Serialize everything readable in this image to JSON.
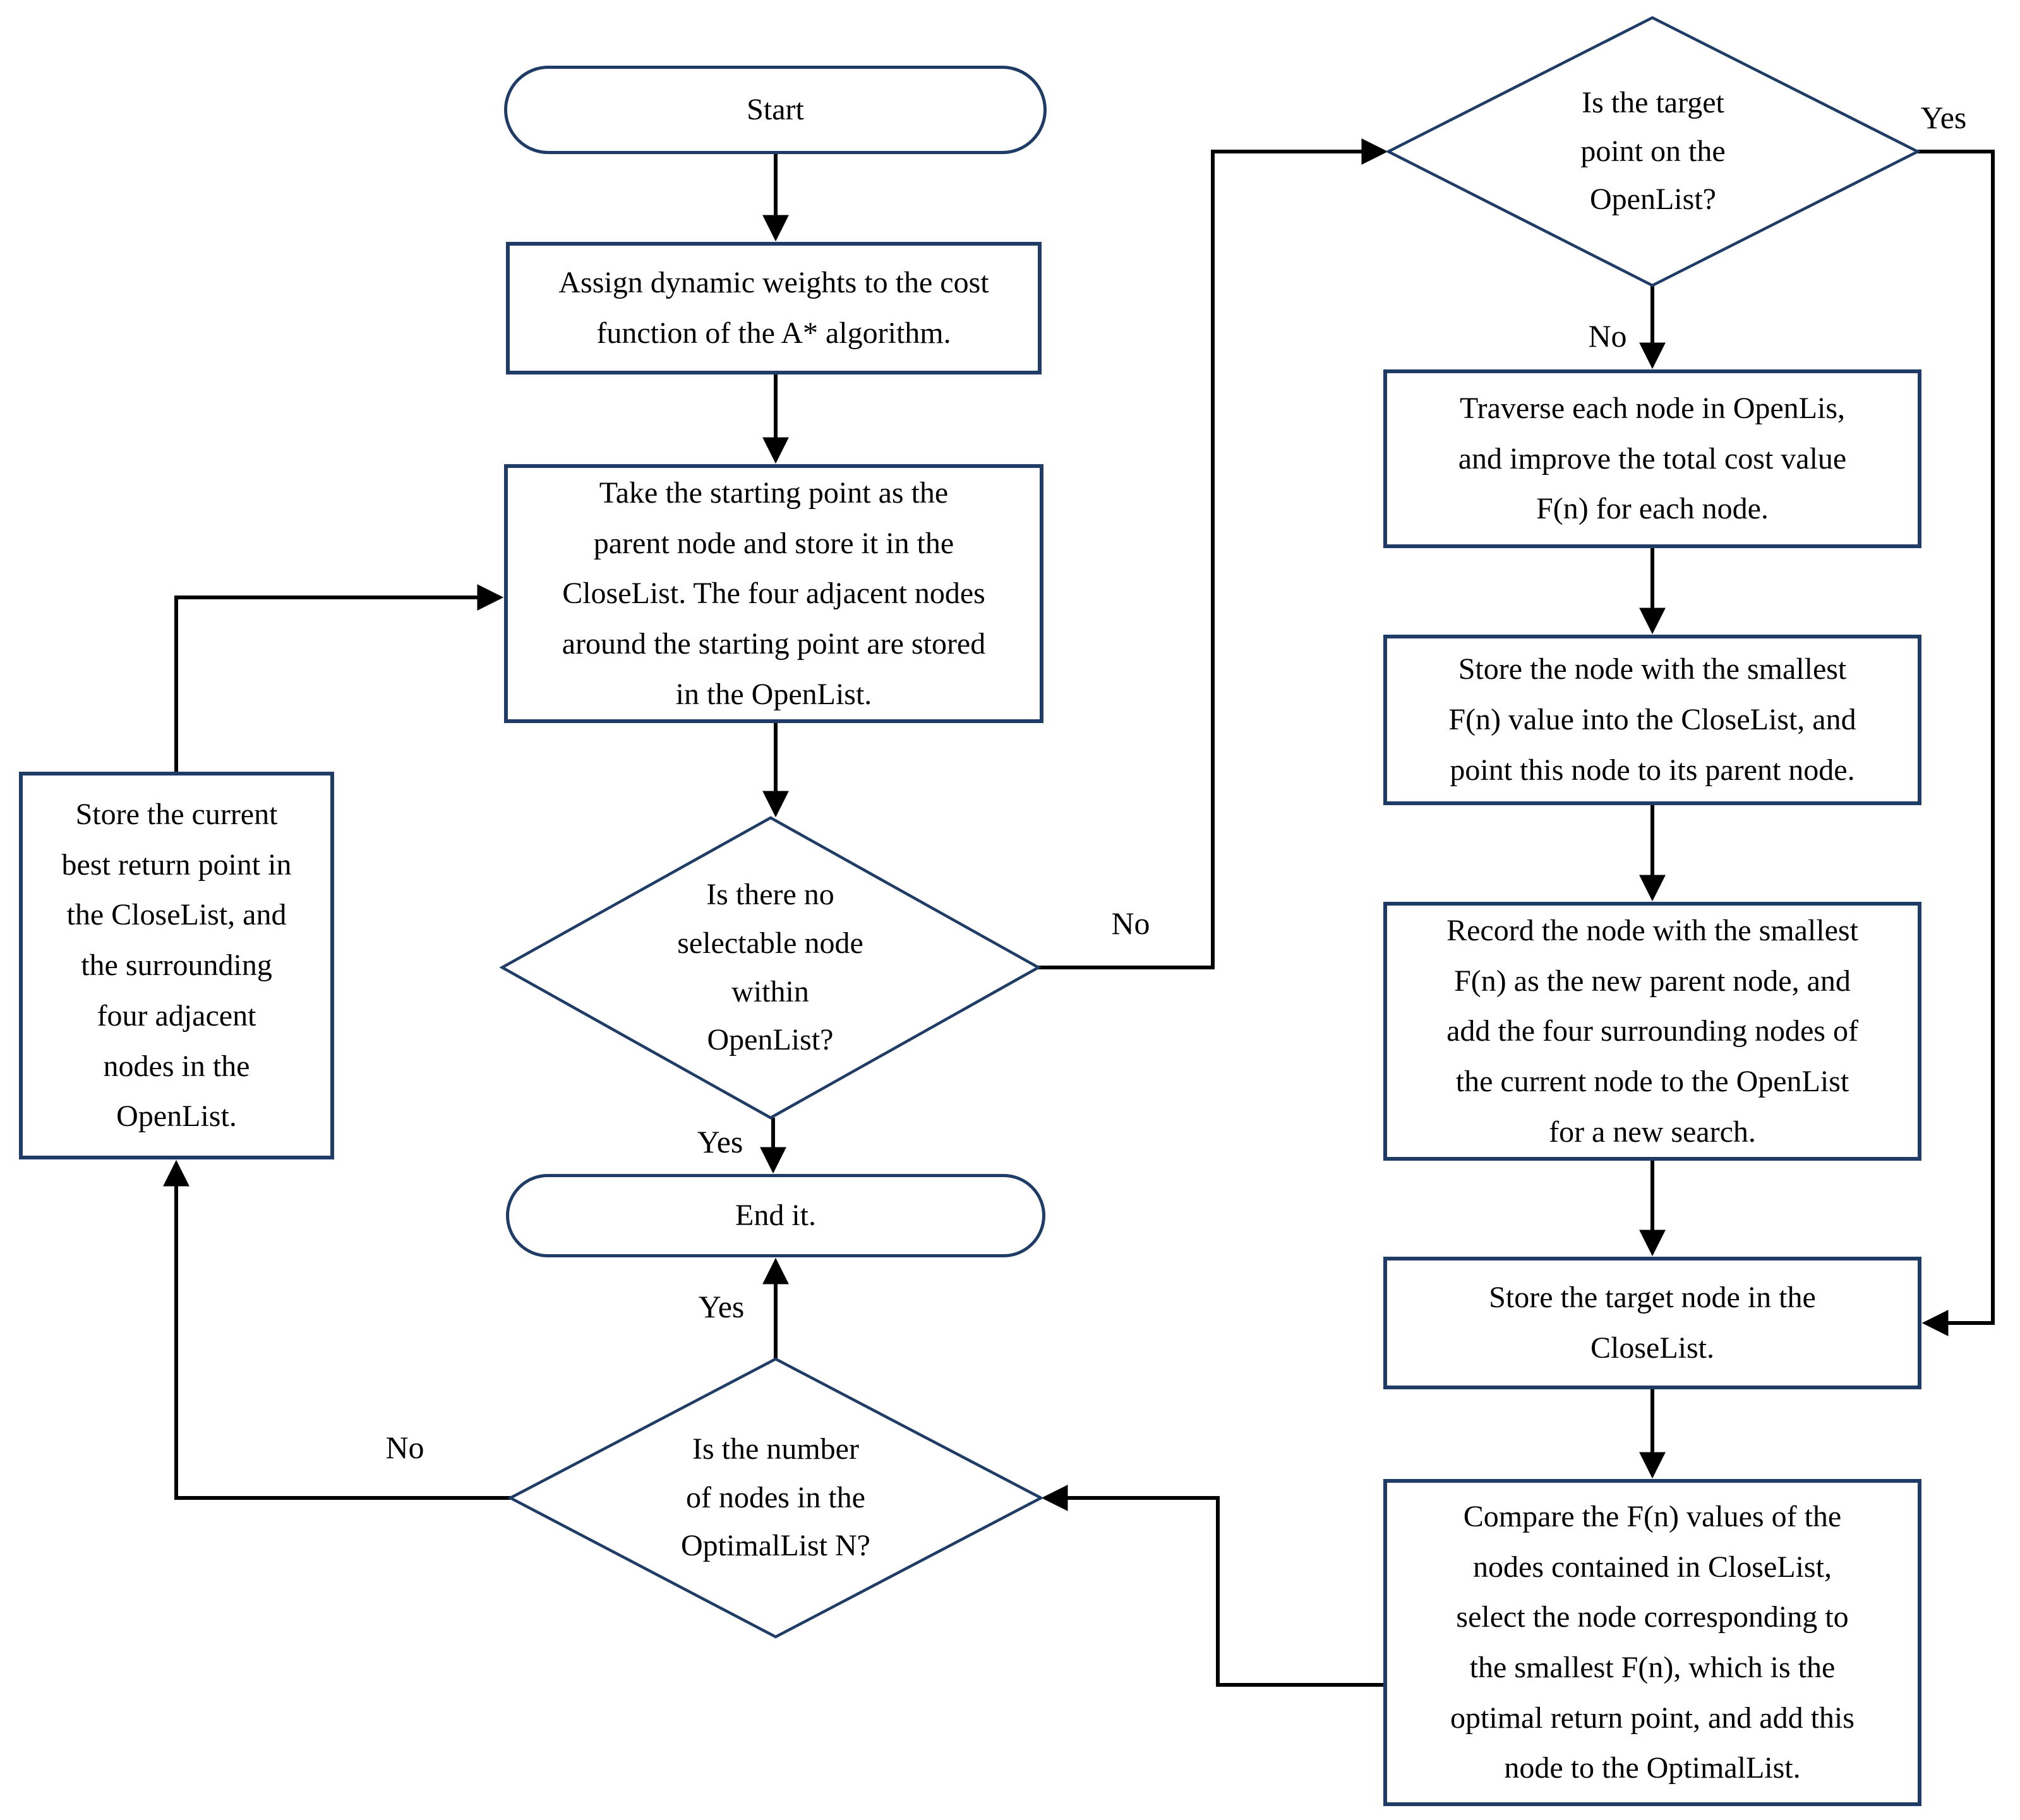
{
  "colors": {
    "shape_border": "#1f3c66",
    "connector": "#000000",
    "text": "#000000",
    "background": "#ffffff"
  },
  "nodes": {
    "start": {
      "type": "terminator",
      "label": "Start"
    },
    "assign_weights": {
      "type": "process",
      "label": "Assign dynamic weights to the cost\nfunction of the A* algorithm."
    },
    "take_start": {
      "type": "process",
      "label": "Take the starting point as the\nparent node and store it in the\nCloseList. The four adjacent nodes\naround the starting point are stored\nin the OpenList."
    },
    "store_best": {
      "type": "process",
      "label": "Store the current\nbest return point in\nthe CloseList, and\nthe surrounding\nfour adjacent\nnodes in the\nOpenList."
    },
    "selectable_decision": {
      "type": "decision",
      "label": "Is there no\nselectable node\nwithin\nOpenList?"
    },
    "end": {
      "type": "terminator",
      "label": "End it."
    },
    "optimal_count_decision": {
      "type": "decision",
      "label": "Is the number\nof nodes in the\nOptimalList N?"
    },
    "target_decision": {
      "type": "decision",
      "label": "Is the target\npoint on the\nOpenList?"
    },
    "traverse": {
      "type": "process",
      "label": "Traverse each node in OpenLis,\nand improve the total cost value\nF(n) for each node."
    },
    "store_smallest": {
      "type": "process",
      "label": "Store the node with the smallest\nF(n) value into the CloseList, and\npoint this node to its parent node."
    },
    "record_parent": {
      "type": "process",
      "label": "Record the node with the smallest\nF(n) as the new parent node, and\nadd the four surrounding nodes of\nthe current node to the OpenList\nfor a new search."
    },
    "store_target": {
      "type": "process",
      "label": "Store the target node in the\nCloseList."
    },
    "compare_fn": {
      "type": "process",
      "label": "Compare the F(n) values of the\nnodes contained in CloseList,\nselect the node corresponding to\nthe smallest F(n), which is the\noptimal return point, and add this\nnode to the OptimalList."
    }
  },
  "edge_labels": {
    "target_yes": "Yes",
    "target_no": "No",
    "selectable_no": "No",
    "selectable_yes": "Yes",
    "optimal_yes": "Yes",
    "optimal_no": "No"
  }
}
